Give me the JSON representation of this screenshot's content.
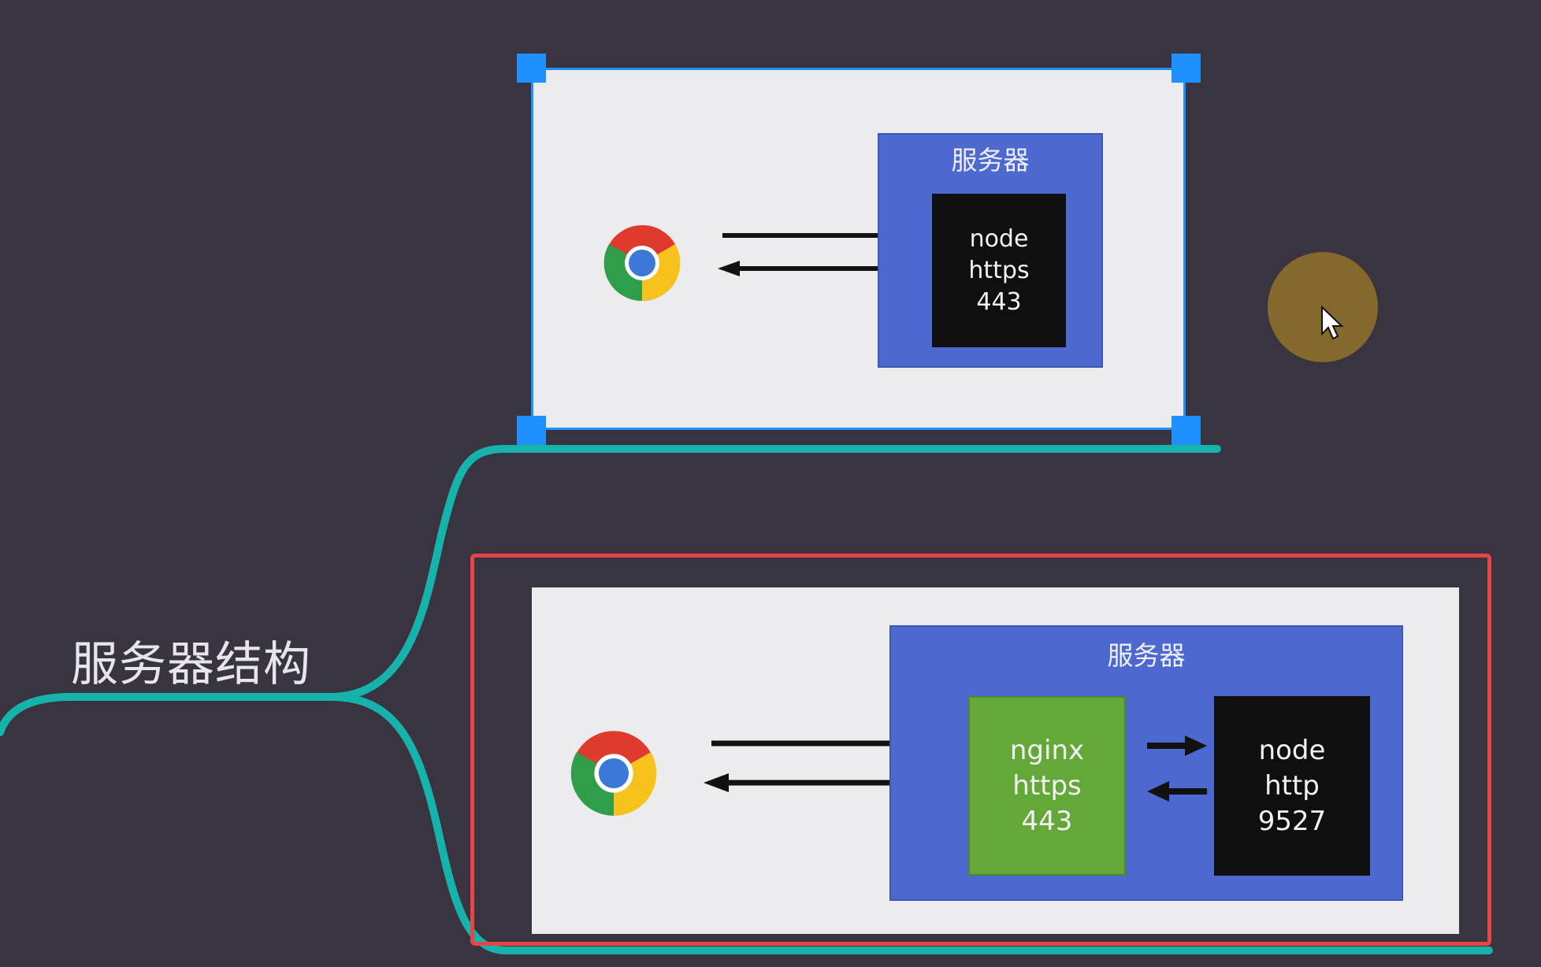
{
  "topic": {
    "label": "服务器结构"
  },
  "diagram_top": {
    "server_title": "服务器",
    "process": {
      "lines": [
        "node",
        "https",
        "443"
      ]
    }
  },
  "diagram_bottom": {
    "server_title": "服务器",
    "proxy": {
      "lines": [
        "nginx",
        "https",
        "443"
      ]
    },
    "backend": {
      "lines": [
        "node",
        "http",
        "9527"
      ]
    }
  },
  "colors": {
    "background": "#3a3440",
    "connector": "#16b3ac",
    "selection_border": "#e54545",
    "handle": "#1e90ff",
    "server_box": "#4d69cf",
    "nginx_box": "#64a83a",
    "node_box": "#0f0f10"
  },
  "icons": {
    "browser": "chrome-icon",
    "cursor": "mouse-pointer-icon"
  }
}
